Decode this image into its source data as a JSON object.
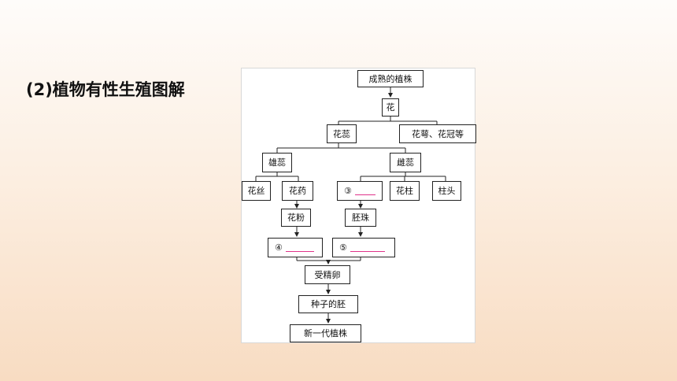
{
  "heading": "(2)植物有性生殖图解",
  "diagram": {
    "mature_plant": "成熟的植株",
    "flower": "花",
    "stamens_pistils": "花蕊",
    "sepals_petals": "花萼、花冠等",
    "stamen": "雄蕊",
    "pistil": "雌蕊",
    "filament": "花丝",
    "anther": "花药",
    "blank3": "③",
    "style": "花柱",
    "stigma": "柱头",
    "pollen": "花粉",
    "ovule": "胚珠",
    "blank4": "④",
    "blank5": "⑤",
    "fertilized_egg": "受精卵",
    "embryo": "种子的胚",
    "new_plant": "新一代植株"
  }
}
